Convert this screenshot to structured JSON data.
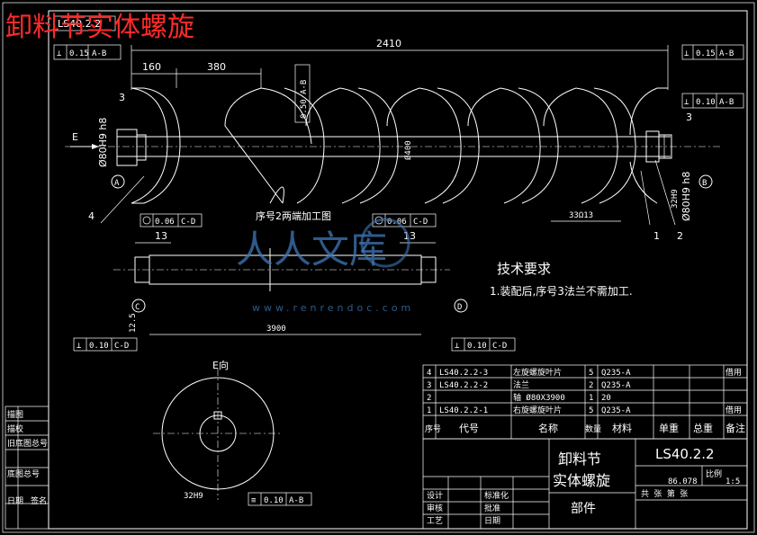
{
  "title_overlay": "卸料节实体螺旋",
  "frame": {
    "stamp_code": "LS40.2.2"
  },
  "dimensions": {
    "overall_length": "2410",
    "d160": "160",
    "d380": "380",
    "pitch": "3ЗΩ13",
    "diam_left": "Ø80H9 h8",
    "diam_right": "Ø80H9 h8",
    "shaft_diam": "Ø400",
    "d32": "32H9",
    "tol_050": "0.50 A-B"
  },
  "tolerances": {
    "top_left": {
      "value": "0.15",
      "ref": "A-B"
    },
    "top_right": {
      "value": "0.15",
      "ref": "A-B"
    },
    "right": {
      "value": "0.10",
      "ref": "A-B"
    },
    "detail_left": {
      "value": "0.06",
      "ref": "C-D"
    },
    "detail_mid": {
      "value": "0.06",
      "ref": "C-D"
    },
    "bottom_left": {
      "value": "0.10",
      "ref": "C-D"
    },
    "bottom_right": {
      "value": "0.10",
      "ref": "C-D"
    },
    "section": {
      "value": "0.10",
      "ref": "A-B"
    }
  },
  "datums": {
    "a": "A",
    "b": "B",
    "c": "C",
    "d": "D"
  },
  "labels": {
    "e_arrow": "E",
    "balloon_1": "1",
    "balloon_2": "2",
    "balloon_3_left": "3",
    "balloon_3_right": "3",
    "balloon_4": "4",
    "detail_title": "序号2两端加工图",
    "section_title": "E向",
    "section_dim": "32H9",
    "d13_left": "13",
    "d13_right": "13",
    "d3900": "3900",
    "d125": "12.5"
  },
  "tech": {
    "heading": "技术要求",
    "line1": "1.装配后,序号3法兰不需加工."
  },
  "bom": {
    "rows": [
      {
        "no": "4",
        "code": "LS40.2.2-3",
        "name": "左旋螺旋叶片",
        "qty": "5",
        "mat": "Q235-A",
        "note": "借用"
      },
      {
        "no": "3",
        "code": "LS40.2.2-2",
        "name": "法兰",
        "qty": "2",
        "mat": "Q235-A",
        "note": ""
      },
      {
        "no": "2",
        "code": "",
        "name": "轴 Ø80X3900",
        "qty": "1",
        "mat": "20",
        "note": ""
      },
      {
        "no": "1",
        "code": "LS40.2.2-1",
        "name": "右旋螺旋叶片",
        "qty": "5",
        "mat": "Q235-A",
        "note": "借用"
      }
    ],
    "headers": {
      "no": "序号",
      "code": "代号",
      "name": "名称",
      "qty": "数量",
      "mat": "材料",
      "unit_w": "单重",
      "total_w": "总重",
      "note": "备注"
    }
  },
  "titleblock": {
    "part_name_1": "卸料节",
    "part_name_2": "实体螺旋",
    "part_type": "部件",
    "drawing_no": "LS40.2.2",
    "scale_label": "比例",
    "scale": "1:5",
    "weight": "86.078",
    "sheets": "共  张  第  张",
    "design": "设计",
    "check": "审核",
    "process": "工艺",
    "date": "日期",
    "std": "标准化",
    "approve": "批准"
  },
  "side_labels": {
    "l1": "描图",
    "l2": "描校",
    "l3": "旧底图总号",
    "l4": "底图总号",
    "l5": "日期",
    "l6": "签名"
  },
  "watermark": {
    "cn": "人人文库",
    "en": "www.renrendoc.com"
  }
}
